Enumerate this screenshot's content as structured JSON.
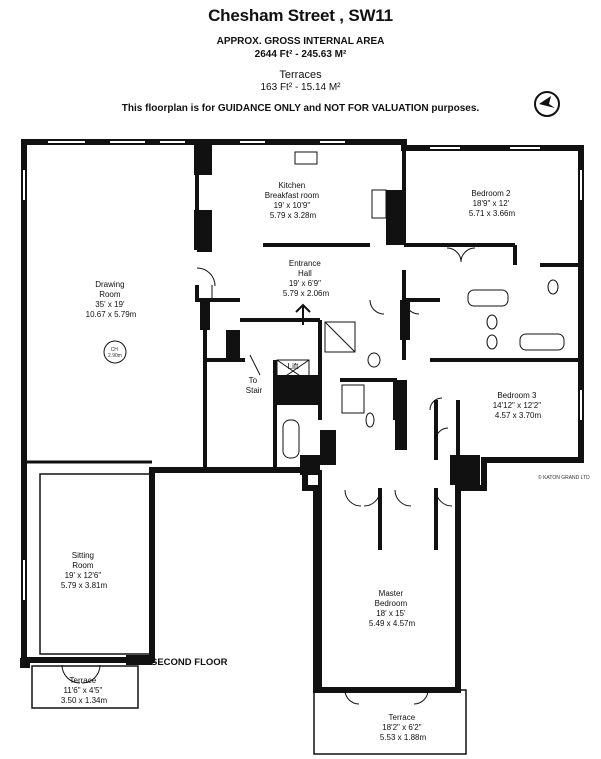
{
  "header": {
    "title": "Chesham Street , SW11",
    "area_label": "APPROX. GROSS INTERNAL  AREA",
    "area_value": "2644 Ft² - 245.63 M²",
    "terraces_label": "Terraces",
    "terraces_value": "163 Ft² - 15.14 M²",
    "disclaimer": "This floorplan is for GUIDANCE ONLY and NOT FOR VALUATION purposes."
  },
  "floor_label": "SECOND FLOOR",
  "copyright": "© KATON GRAND LTD",
  "rooms": {
    "kitchen": [
      "Kitchen",
      "Breakfast room",
      "19' x 10'9\"",
      "5.79 x 3.28m"
    ],
    "bedroom2": [
      "Bedroom 2",
      "18'9\" x 12'",
      "5.71 x 3.66m"
    ],
    "entrance": [
      "Entrance",
      "Hall",
      "19' x 6'9\"",
      "5.79 x 2.06m"
    ],
    "drawing": [
      "Drawing",
      "Room",
      "35' x 19'",
      "10.67 x 5.79m"
    ],
    "bedroom3": [
      "Bedroom 3",
      "14'12\" x 12'2\"",
      "4.57 x 3.70m"
    ],
    "sitting": [
      "Sitting",
      "Room",
      "19' x 12'6\"",
      "5.79 x 3.81m"
    ],
    "master": [
      "Master",
      "Bedroom",
      "18' x 15'",
      "5.49 x 4.57m"
    ],
    "terrace1": [
      "Terrace",
      "11'6\" x 4'5\"",
      "3.50 x 1.34m"
    ],
    "terrace2": [
      "Terrace",
      "18'2\" x 6'2\"",
      "5.53 x 1.88m"
    ]
  },
  "labels": {
    "lift": "Lift",
    "to_stair": [
      "To",
      "Stair"
    ],
    "ch": [
      "CH",
      "2.90m"
    ]
  }
}
